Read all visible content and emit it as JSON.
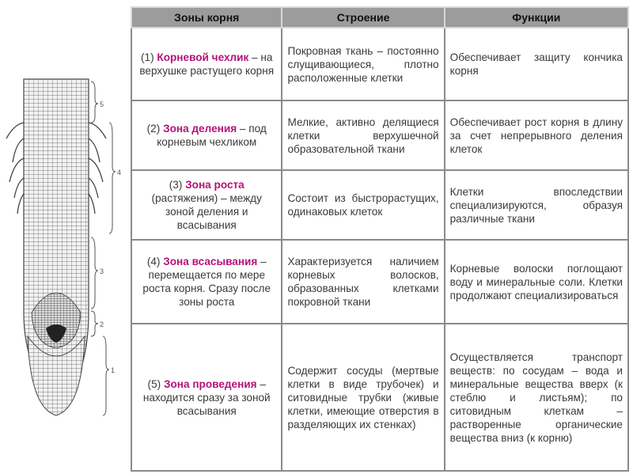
{
  "headers": [
    "Зоны корня",
    "Строение",
    "Функции"
  ],
  "figure_labels": [
    "5",
    "4",
    "3",
    "2",
    "1"
  ],
  "rows": [
    {
      "zone_num": "(1)",
      "zone_name": "Корневой чехлик",
      "zone_desc": " – на верхушке растущего корня",
      "structure": "Покровная ткань – постоянно слущивающиеся, плотно расположенные клетки",
      "function": "Обеспечивает защиту кончика корня"
    },
    {
      "zone_num": "(2)",
      "zone_name": "Зона деления",
      "zone_desc": " – под корневым чехликом",
      "structure": "Мелкие, активно делящиеся клетки верхушечной образовательной ткани",
      "function": "Обеспечивает рост корня в длину за счет непрерывного деления клеток"
    },
    {
      "zone_num": "(3)",
      "zone_name": "Зона роста",
      "zone_desc": " (растяжения) – между зоной деления и всасывания",
      "structure": "Состоит из быстрорастущих, одинаковых клеток",
      "function": "Клетки впоследствии специализируются, образуя различные ткани"
    },
    {
      "zone_num": "(4)",
      "zone_name": "Зона всасывания",
      "zone_desc": " – перемещается по мере роста корня. Сразу после зоны роста",
      "structure": "Характеризуется наличием корневых волосков, образованных клетками покровной ткани",
      "function": "Корневые волоски поглощают воду и минеральные соли. Клетки продолжают специализироваться"
    },
    {
      "zone_num": "(5)",
      "zone_name": "Зона проведения",
      "zone_desc": " – находится сразу за зоной всасывания",
      "structure": "Содержит сосуды (мертвые клетки в виде трубочек) и ситовидные трубки (живые клетки, имеющие отверстия в разделяющих их стенках)",
      "function": "Осуществляется транспорт веществ: по сосудам – вода и минеральные вещества вверх (к стеблю и листьям); по ситовидным клеткам – растворенные органические вещества вниз (к корню)"
    }
  ]
}
